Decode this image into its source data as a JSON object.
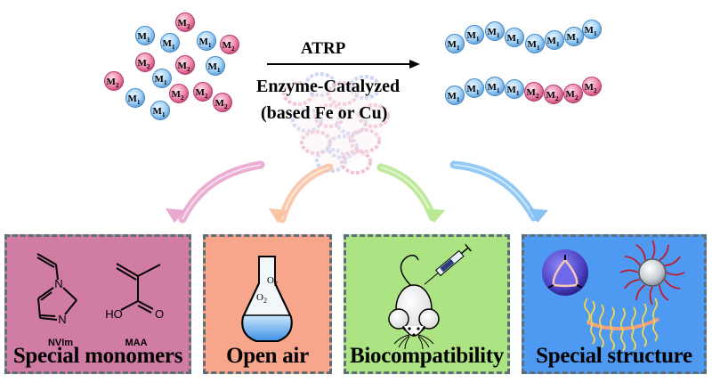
{
  "reaction": {
    "arrow_label": "ATRP",
    "catalyst_line1": "Enzyme-Catalyzed",
    "catalyst_line2": "(based Fe or Cu)"
  },
  "monomers": {
    "m1_label": "M",
    "m1_sub": "1",
    "m2_label": "M",
    "m2_sub": "2",
    "m1_color": "#a9d4f5",
    "m2_color": "#f08cb0"
  },
  "free_monomers": [
    "M2",
    "M1",
    "M1",
    "M1",
    "M2",
    "M2",
    "M2",
    "M1",
    "M2",
    "M1",
    "M1",
    "M2",
    "M2",
    "M1",
    "M2"
  ],
  "homopolymer_chain": [
    "M1",
    "M1",
    "M1",
    "M1",
    "M1",
    "M1",
    "M1",
    "M1"
  ],
  "block_copolymer_chain": [
    "M1",
    "M1",
    "M1",
    "M1",
    "M2",
    "M2",
    "M2",
    "M2"
  ],
  "arrow_colors": [
    "#e9a6cf",
    "#f9c3a4",
    "#b8e891",
    "#86c3f5"
  ],
  "features": [
    {
      "title": "Special monomers",
      "color": "#d17ca3",
      "monomer1": "NVIm",
      "monomer2": "MAA",
      "atom_n1": "N",
      "atom_n2": "N",
      "atom_ho": "HO",
      "atom_o": "O"
    },
    {
      "title": "Open air",
      "color": "#f7a68b",
      "o2_label_1": "O",
      "o2_label_2": "O",
      "o2_sub": "2"
    },
    {
      "title": "Biocompatibility",
      "color": "#ade483"
    },
    {
      "title": "Special structure",
      "color": "#4e99f2"
    }
  ]
}
